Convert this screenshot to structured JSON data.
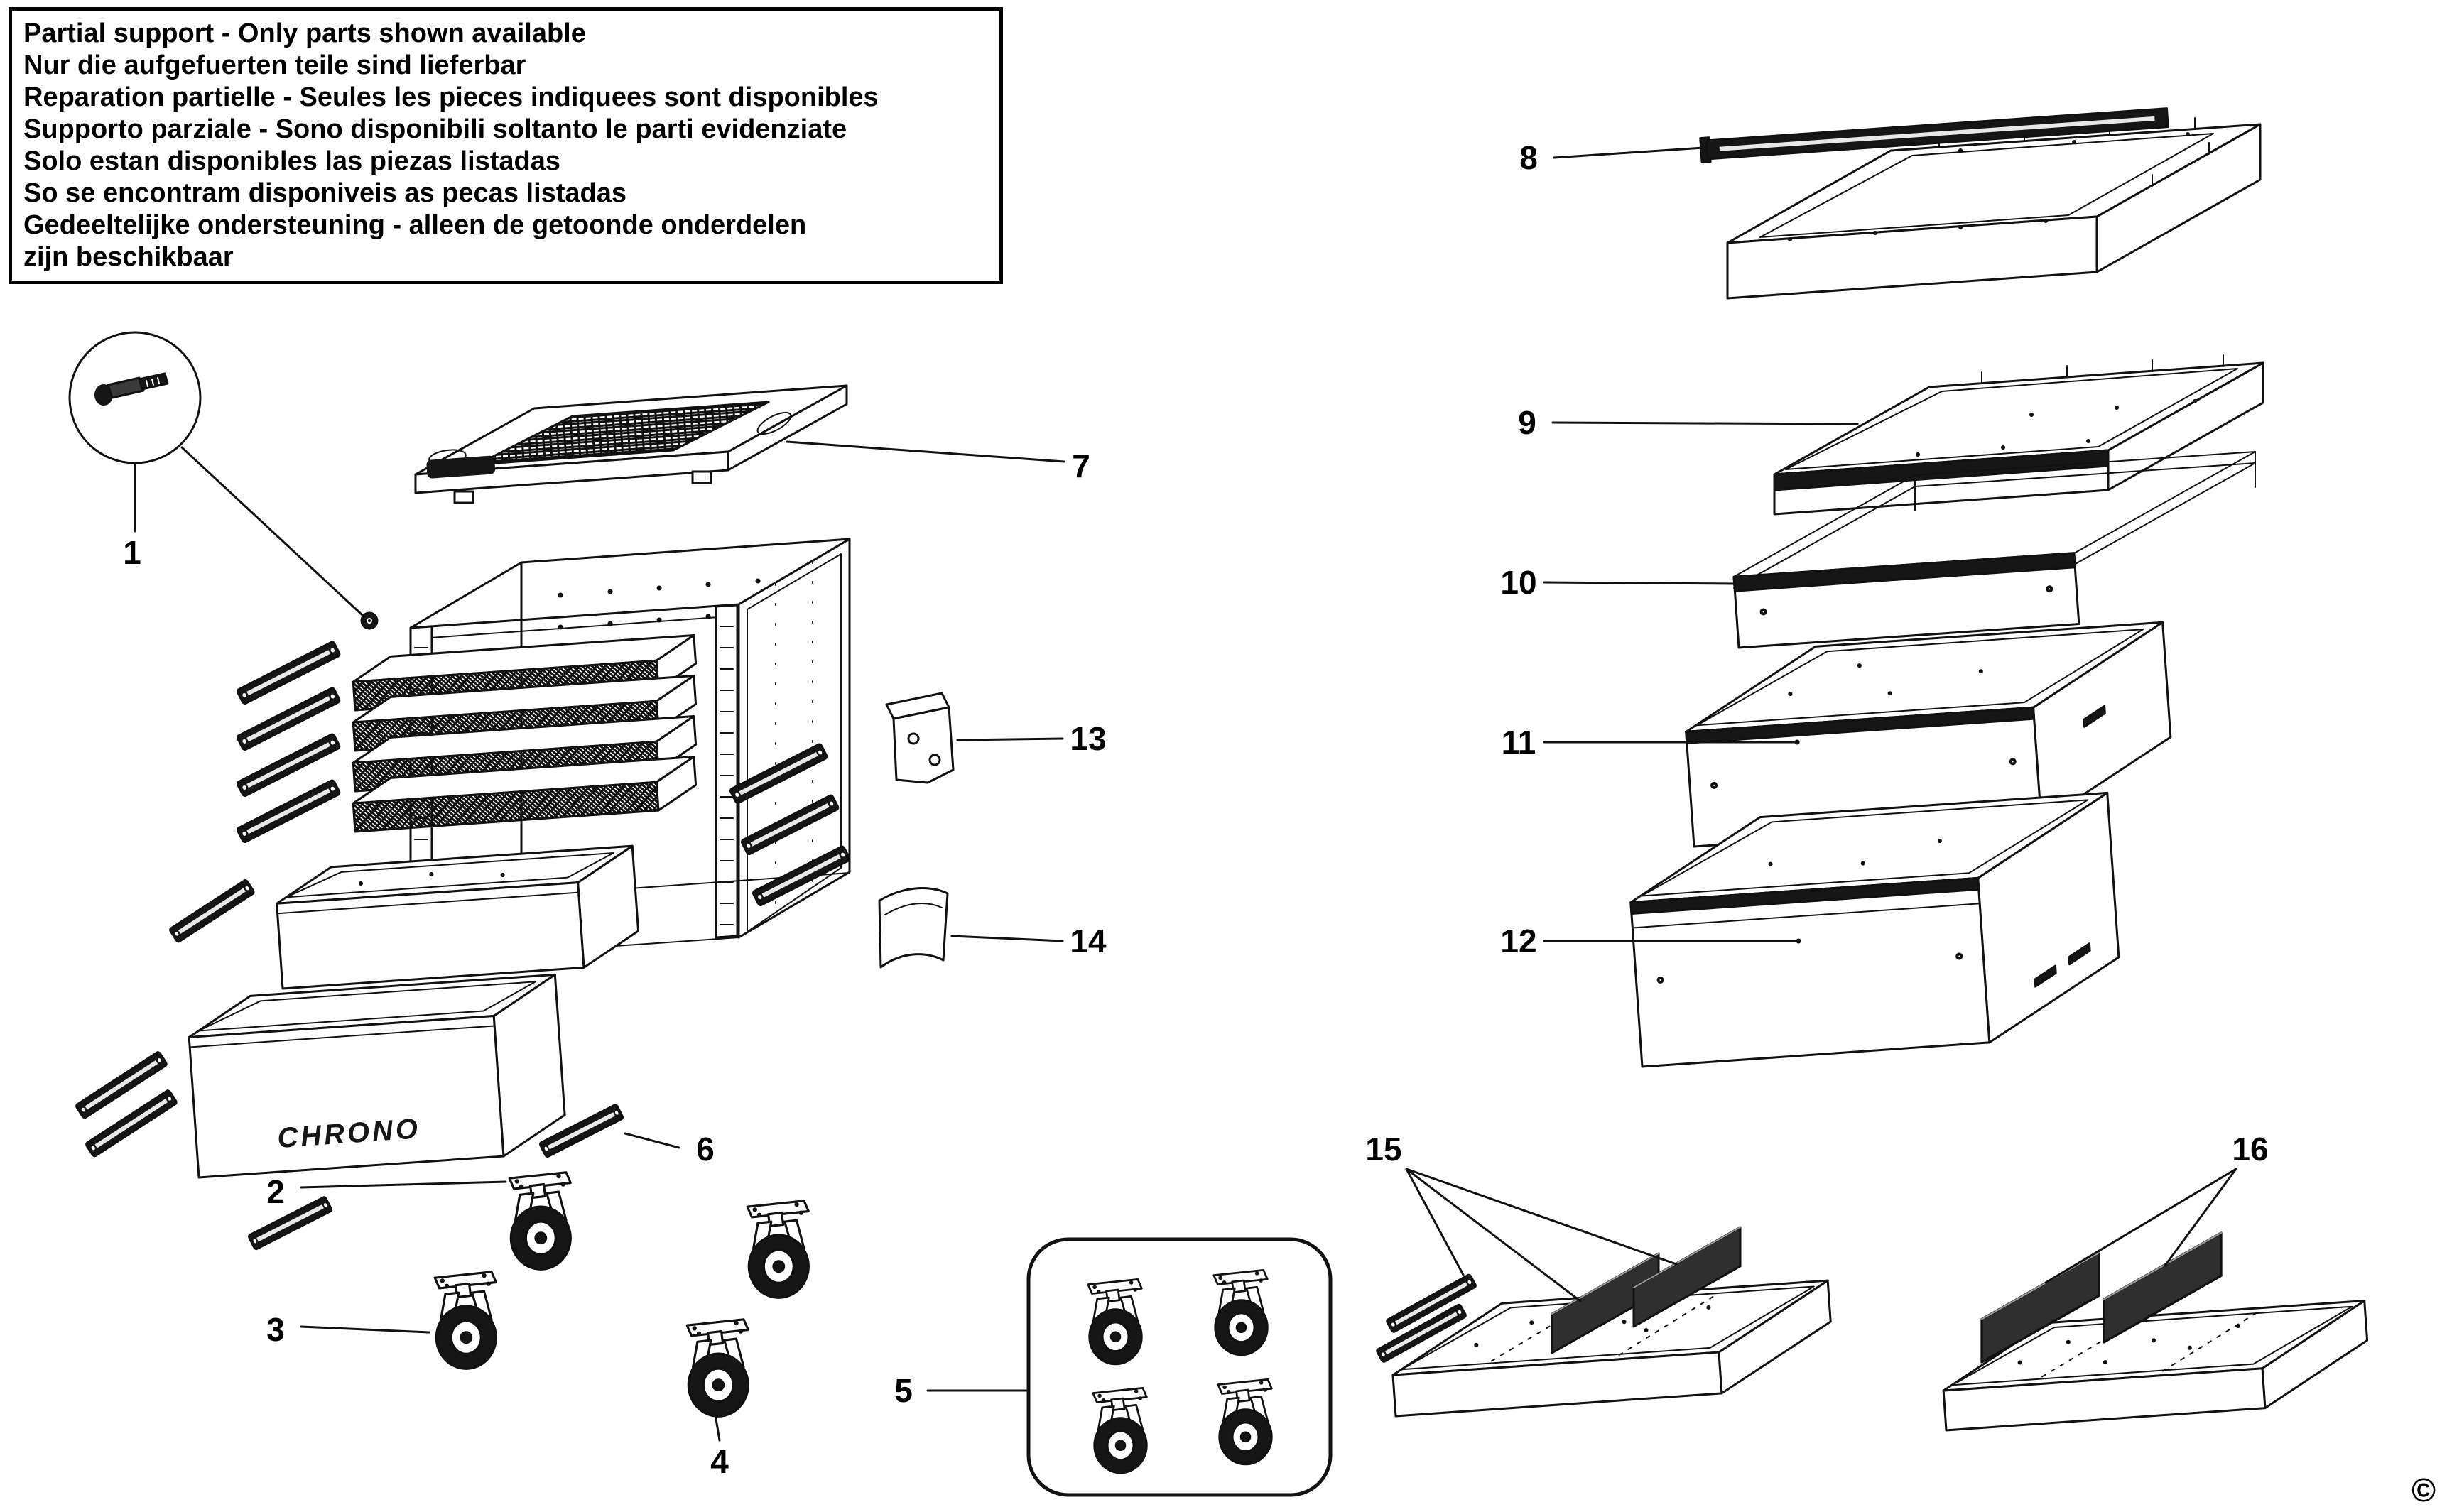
{
  "notice": {
    "lines": [
      "Partial support - Only parts shown available",
      "Nur die aufgefuerten teile sind lieferbar",
      "Reparation partielle - Seules les pieces indiquees sont disponibles",
      "Supporto parziale - Sono disponibili soltanto le parti evidenziate",
      "Solo estan disponibles las piezas listadas",
      "So se encontram disponiveis as pecas listadas",
      "Gedeeltelijke ondersteuning - alleen de getoonde onderdelen",
      "zijn beschikbaar"
    ]
  },
  "brand": "CHRONO",
  "copyright": "©",
  "parts": [
    {
      "number": "1"
    },
    {
      "number": "2"
    },
    {
      "number": "3"
    },
    {
      "number": "4"
    },
    {
      "number": "5"
    },
    {
      "number": "6"
    },
    {
      "number": "7"
    },
    {
      "number": "8"
    },
    {
      "number": "9"
    },
    {
      "number": "10"
    },
    {
      "number": "11"
    },
    {
      "number": "12"
    },
    {
      "number": "13"
    },
    {
      "number": "14"
    },
    {
      "number": "15"
    },
    {
      "number": "16"
    }
  ],
  "colors": {
    "line": "#111111",
    "background": "#ffffff"
  }
}
